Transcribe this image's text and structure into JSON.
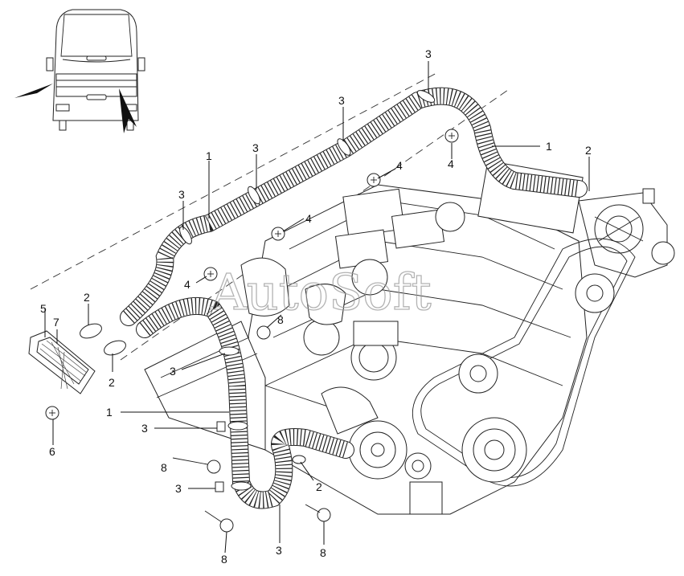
{
  "watermark": "AutoSoft",
  "callouts": [
    {
      "id": "c1a",
      "text": "1"
    },
    {
      "id": "c1b",
      "text": "1"
    },
    {
      "id": "c1c",
      "text": "1"
    },
    {
      "id": "c2a",
      "text": "2"
    },
    {
      "id": "c2b",
      "text": "2"
    },
    {
      "id": "c2c",
      "text": "2"
    },
    {
      "id": "c2d",
      "text": "2"
    },
    {
      "id": "c3a",
      "text": "3"
    },
    {
      "id": "c3b",
      "text": "3"
    },
    {
      "id": "c3c",
      "text": "3"
    },
    {
      "id": "c3d",
      "text": "3"
    },
    {
      "id": "c3e",
      "text": "3"
    },
    {
      "id": "c3f",
      "text": "3"
    },
    {
      "id": "c3g",
      "text": "3"
    },
    {
      "id": "c3h",
      "text": "3"
    },
    {
      "id": "c4a",
      "text": "4"
    },
    {
      "id": "c4b",
      "text": "4"
    },
    {
      "id": "c4c",
      "text": "4"
    },
    {
      "id": "c4d",
      "text": "4"
    },
    {
      "id": "c5",
      "text": "5"
    },
    {
      "id": "c6",
      "text": "6"
    },
    {
      "id": "c7",
      "text": "7"
    },
    {
      "id": "c8a",
      "text": "8"
    },
    {
      "id": "c8b",
      "text": "8"
    },
    {
      "id": "c8c",
      "text": "8"
    },
    {
      "id": "c8d",
      "text": "8"
    }
  ]
}
